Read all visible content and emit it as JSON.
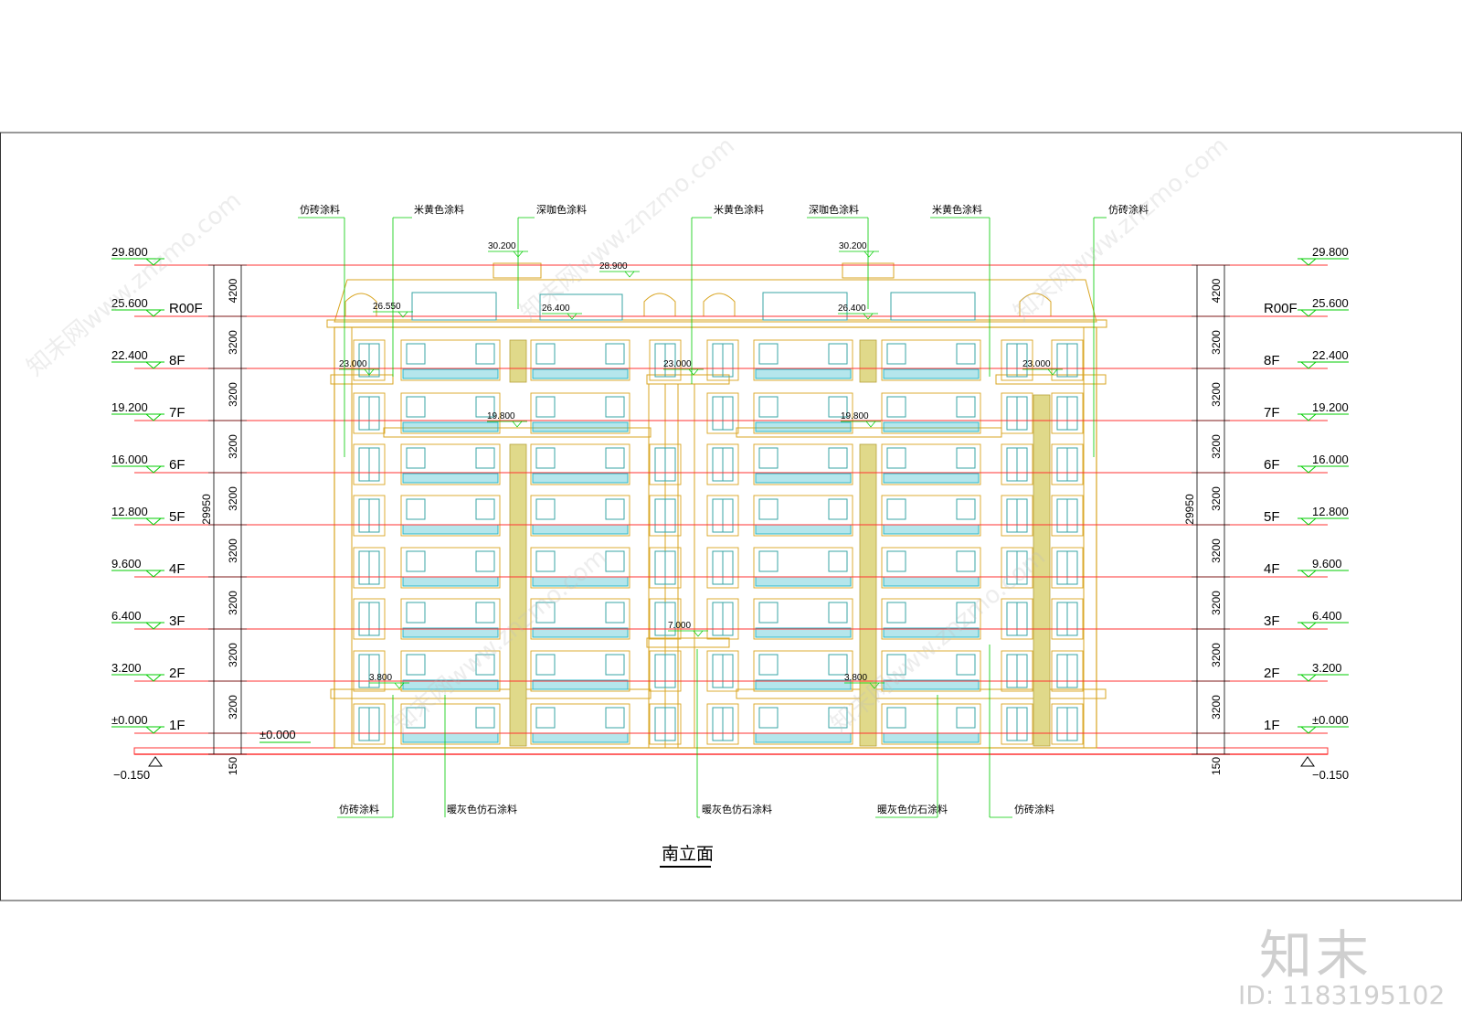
{
  "drawing_title": "南立面",
  "levels_left": [
    {
      "value": "29.800"
    },
    {
      "value": "25.600",
      "floor": "R00F"
    },
    {
      "value": "22.400",
      "floor": "8F"
    },
    {
      "value": "19.200",
      "floor": "7F"
    },
    {
      "value": "16.000",
      "floor": "6F"
    },
    {
      "value": "12.800",
      "floor": "5F"
    },
    {
      "value": "9.600",
      "floor": "4F"
    },
    {
      "value": "6.400",
      "floor": "3F"
    },
    {
      "value": "3.200",
      "floor": "2F"
    },
    {
      "value": "±0.000",
      "floor": "1F"
    }
  ],
  "below_grade": "−0.150",
  "ground_mark": "±0.000",
  "dims": [
    "4200",
    "3200",
    "3200",
    "3200",
    "3200",
    "3200",
    "3200",
    "3200",
    "3200"
  ],
  "dim_bottom": "150",
  "dim_total": "29950",
  "materials_top": [
    "仿砖涂料",
    "米黄色涂料",
    "深咖色涂料",
    "米黄色涂料",
    "深咖色涂料",
    "米黄色涂料",
    "仿砖涂料"
  ],
  "materials_bottom": [
    "仿砖涂料",
    "暖灰色仿石涂料",
    "暖灰色仿石涂料",
    "暖灰色仿石涂料",
    "仿砖涂料"
  ],
  "annotations": [
    "30.200",
    "28.900",
    "30.200",
    "26.550",
    "26.400",
    "26.400",
    "23.000",
    "23.000",
    "23.000",
    "19.800",
    "19.800",
    "7.000",
    "3.800",
    "3.800"
  ],
  "watermark": {
    "logo": "知末",
    "id": "ID: 1183195102",
    "text": "知末网www.znzmo.com"
  },
  "colors": {
    "frame": "#333333",
    "level_line": "#ff3333",
    "guide": "#00cc00",
    "facade": "#d9a521",
    "window": "#3aa6a6",
    "balcony": "#2bb8c8",
    "accent_panel": "#e0d98a"
  }
}
